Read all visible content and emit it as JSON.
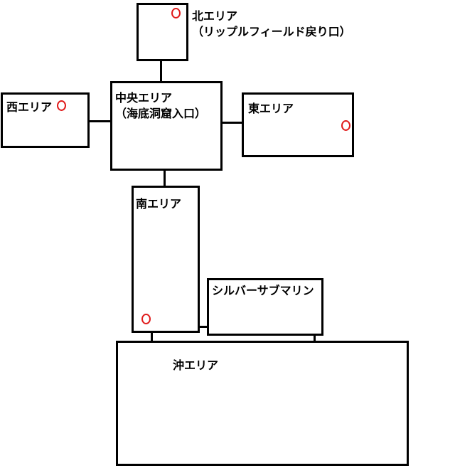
{
  "areas": {
    "north": {
      "name": "北エリア",
      "note": "（リップルフィールド戻り口）"
    },
    "center": {
      "name": "中央エリア",
      "note": "（海底洞窟入口）"
    },
    "west": {
      "name": "西エリア"
    },
    "east": {
      "name": "東エリア"
    },
    "south": {
      "name": "南エリア"
    },
    "submarine": {
      "name": "シルバーサブマリン"
    },
    "offshore": {
      "name": "沖エリア"
    }
  },
  "markers": [
    {
      "area": "north",
      "type": "circle-marker-icon"
    },
    {
      "area": "west",
      "type": "circle-marker-icon"
    },
    {
      "area": "east",
      "type": "circle-marker-icon"
    },
    {
      "area": "south",
      "type": "circle-marker-icon"
    }
  ],
  "colors": {
    "marker": "#e01b1b",
    "line": "#000000",
    "background": "#ffffff"
  }
}
